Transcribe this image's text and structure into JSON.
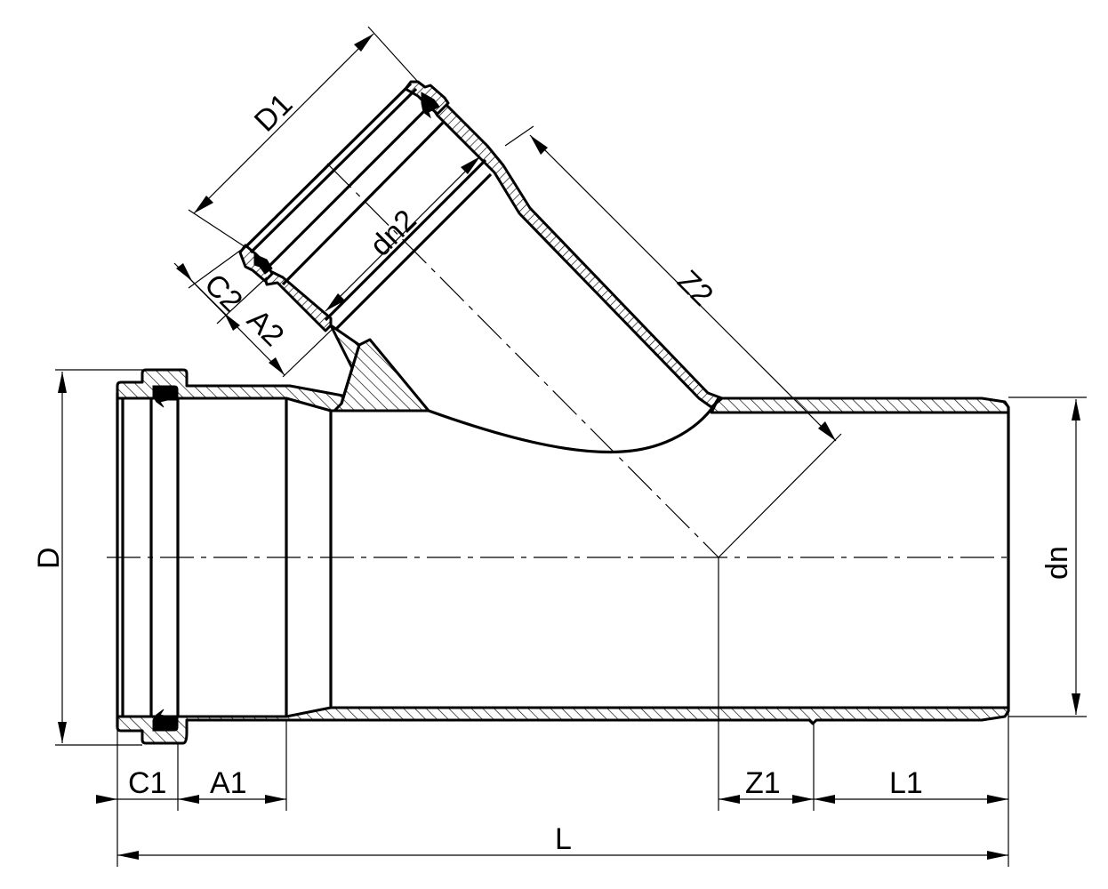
{
  "drawing": {
    "title": "45° pipe branch fitting with socket ends – dimensional drawing",
    "line_color": "#000000",
    "background": "#ffffff"
  },
  "dimensions": {
    "D": "D",
    "dn": "dn",
    "D1": "D1",
    "dn2": "dn2",
    "Z2": "Z2",
    "C2": "C2",
    "A2": "A2",
    "C1": "C1",
    "A1": "A1",
    "Z1": "Z1",
    "L1": "L1",
    "L": "L"
  }
}
